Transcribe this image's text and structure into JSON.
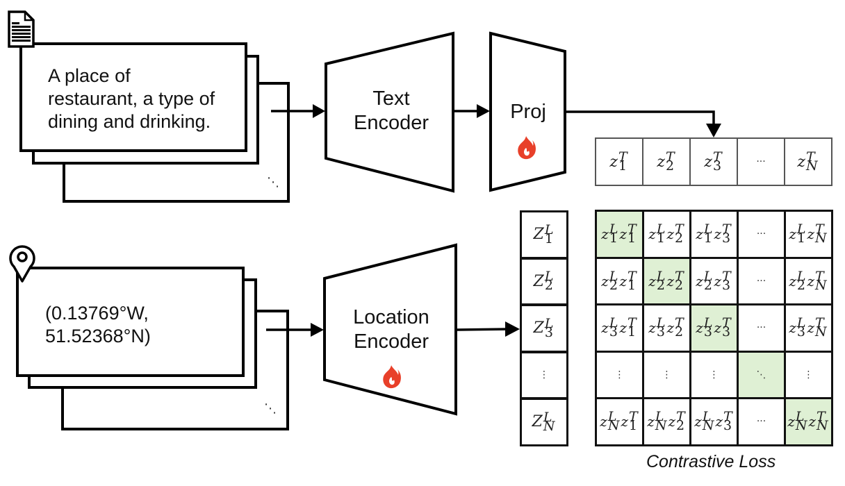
{
  "text_branch": {
    "icon": "document-icon",
    "input_text": "A place of\nrestaurant, a type of\ndining and drinking.",
    "stack_ellipsis": "⋱",
    "encoder_label": "Text\nEncoder",
    "projection_label": "Proj",
    "projection_trainable_icon": "flame-icon"
  },
  "location_branch": {
    "icon": "map-pin-icon",
    "input_text": "(0.13769°W,\n51.52368°N)",
    "stack_ellipsis": "⋱",
    "encoder_label": "Location\nEncoder",
    "encoder_trainable_icon": "flame-icon"
  },
  "text_embeddings": {
    "cells": [
      {
        "base": "z",
        "sub": "1",
        "sup": "T"
      },
      {
        "base": "z",
        "sub": "2",
        "sup": "T"
      },
      {
        "base": "z",
        "sub": "3",
        "sup": "T"
      },
      {
        "dots": "···"
      },
      {
        "base": "z",
        "sub": "N",
        "sup": "T"
      }
    ]
  },
  "location_embeddings": {
    "cells": [
      {
        "base": "Z",
        "sub": "1",
        "sup": "L"
      },
      {
        "base": "Z",
        "sub": "2",
        "sup": "L"
      },
      {
        "base": "Z",
        "sub": "3",
        "sup": "L"
      },
      {
        "dots": "⋮"
      },
      {
        "base": "Z",
        "sub": "N",
        "sup": "L"
      }
    ]
  },
  "similarity_matrix": {
    "row_indices": [
      "1",
      "2",
      "3",
      "…",
      "N"
    ],
    "col_indices": [
      "1",
      "2",
      "3",
      "…",
      "N"
    ],
    "highlight_color": "#dff0d4",
    "diagonal_highlighted": true,
    "caption": "Contrastive Loss"
  },
  "colors": {
    "flame": "#e8402a",
    "stroke": "#000000",
    "grid_stroke": "#1a1a1a"
  }
}
